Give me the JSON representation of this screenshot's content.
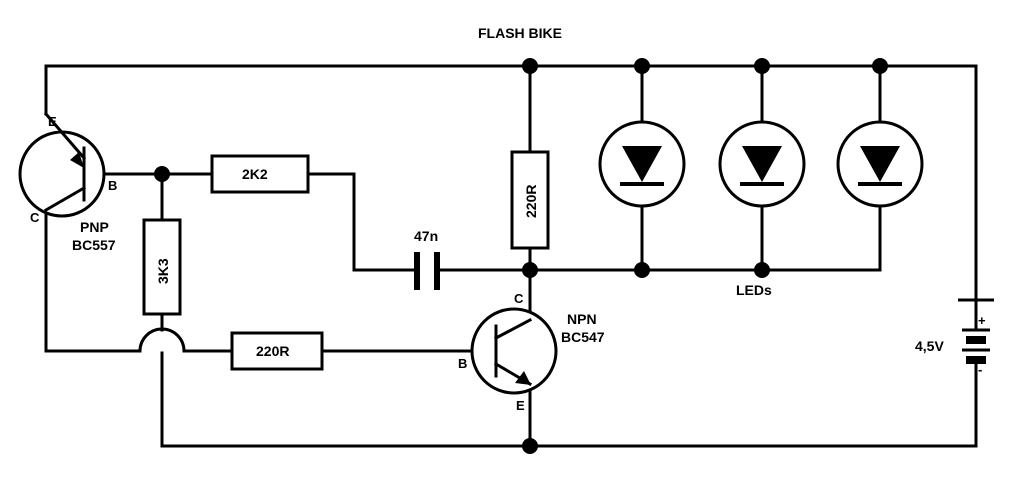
{
  "title": "FLASH BIKE",
  "labels": {
    "pnp_type": "PNP",
    "pnp_model": "BC557",
    "npn_type": "NPN",
    "npn_model": "BC547",
    "pin_e": "E",
    "pin_b": "B",
    "pin_c": "C",
    "r_2k2": "2K2",
    "r_3k3": "3K3",
    "r_220_top": "220R",
    "r_220_bottom": "220R",
    "cap": "47n",
    "leds": "LEDs",
    "battery": "4,5V",
    "plus": "+",
    "minus": "-"
  },
  "colors": {
    "ink": "#000000",
    "paper": "#ffffff"
  }
}
